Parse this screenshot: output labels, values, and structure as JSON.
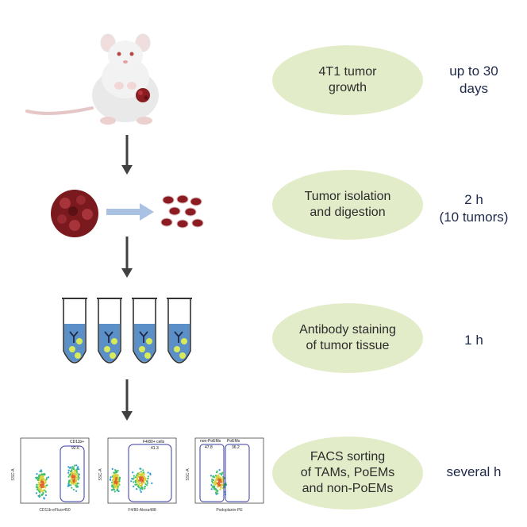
{
  "steps": [
    {
      "label_lines": [
        "4T1 tumor",
        "growth"
      ],
      "duration_lines": [
        "up to 30",
        "days"
      ]
    },
    {
      "label_lines": [
        "Tumor isolation",
        "and digestion"
      ],
      "duration_lines": [
        "2 h",
        "(10 tumors)"
      ]
    },
    {
      "label_lines": [
        "Antibody staining",
        "of tumor tissue"
      ],
      "duration_lines": [
        "1 h"
      ]
    },
    {
      "label_lines": [
        "FACS sorting",
        "of TAMs, PoEMs",
        "and non-PoEMs"
      ],
      "duration_lines": [
        "several h"
      ]
    }
  ],
  "facs_plots": [
    {
      "y_label": "SSC-A",
      "x_label": "CD11b-eFluor450",
      "gate_label": "CD11b+",
      "gate_value": "92.6"
    },
    {
      "y_label": "SSC-A",
      "x_label": "F4/80-Alexa488",
      "gate_label": "F4/80+ cells",
      "gate_value": "41.3"
    },
    {
      "y_label": "SSC-A",
      "x_label": "Podoplanin-PE",
      "gate_labels": [
        "non-PoEMs",
        "PoEMs"
      ],
      "gate_values": [
        "47.8",
        "36.2"
      ]
    }
  ],
  "colors": {
    "oval_fill": "#e3ecc9",
    "duration_text": "#1f2a4a",
    "arrow": "#404040",
    "tumor": "#7a1a1e",
    "tube_liquid": "#5b8fc7",
    "cell_bead": "#d8ea5a",
    "gate": "#3a3aa8"
  },
  "icons": [
    "mouse-illustration",
    "tumor-icon",
    "cells-icon",
    "tube-icon",
    "facs-plot-icon"
  ]
}
